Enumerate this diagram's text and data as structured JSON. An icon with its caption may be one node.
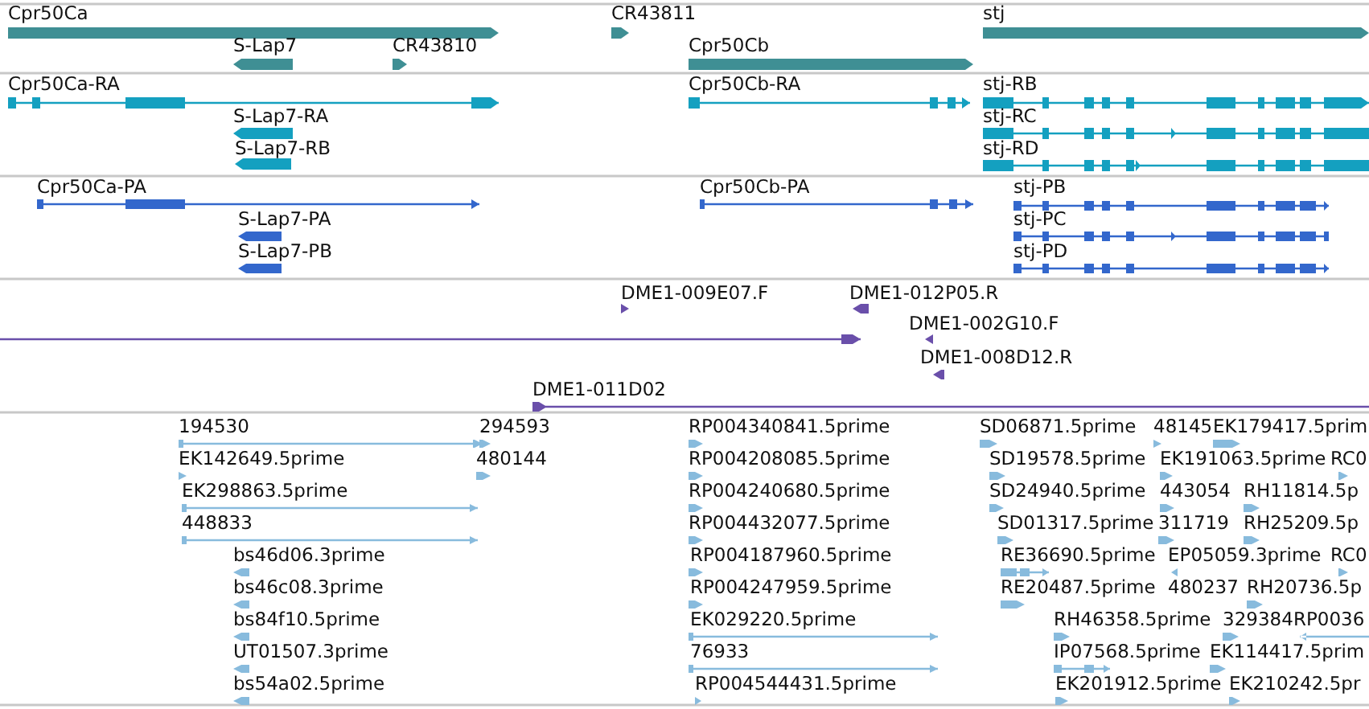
{
  "diagram": {
    "labels": [
      "Cpr50Ca",
      "CR43811",
      "stj",
      "S-Lap7",
      "CR43810",
      "Cpr50Cb",
      "Cpr50Ca-RA",
      "Cpr50Cb-RA",
      "stj-RB",
      "S-Lap7-RA",
      "stj-RC",
      "S-Lap7-RB",
      "stj-RD",
      "Cpr50Ca-PA",
      "Cpr50Cb-PA",
      "stj-PB",
      "S-Lap7-PA",
      "stj-PC",
      "S-Lap7-PB",
      "stj-PD",
      "DME1-009E07.F",
      "DME1-012P05.R",
      "DME1-002G10.F",
      "DME1-008D12.R",
      "DME1-011D02",
      "194530",
      "294593",
      "RP004340841.5prime",
      "SD06871.5prime",
      "48145",
      "EK179417.5prim",
      "EK142649.5prime",
      "480144",
      "RP004208085.5prime",
      "SD19578.5prime",
      "EK191063.5prime",
      "RC0",
      "EK298863.5prime",
      "RP004240680.5prime",
      "SD24940.5prime",
      "443054",
      "RH11814.5p",
      "448833",
      "RP004432077.5prime",
      "SD01317.5prime",
      "311719",
      "RH25209.5p",
      "bs46d06.3prime",
      "RP004187960.5prime",
      "RE36690.5prime",
      "EP05059.3prime",
      "RC0",
      "bs46c08.3prime",
      "RP004247959.5prime",
      "RE20487.5prime",
      "480237",
      "RH20736.5p",
      "bs84f10.5prime",
      "EK029220.5prime",
      "RH46358.5prime",
      "329384",
      "RP0036",
      "UT01507.3prime",
      "76933",
      "IP07568.5prime",
      "EK114417.5prim",
      "bs54a02.5prime",
      "RP004544431.5prime",
      "EK201912.5prime",
      "EK210242.5pr"
    ]
  }
}
